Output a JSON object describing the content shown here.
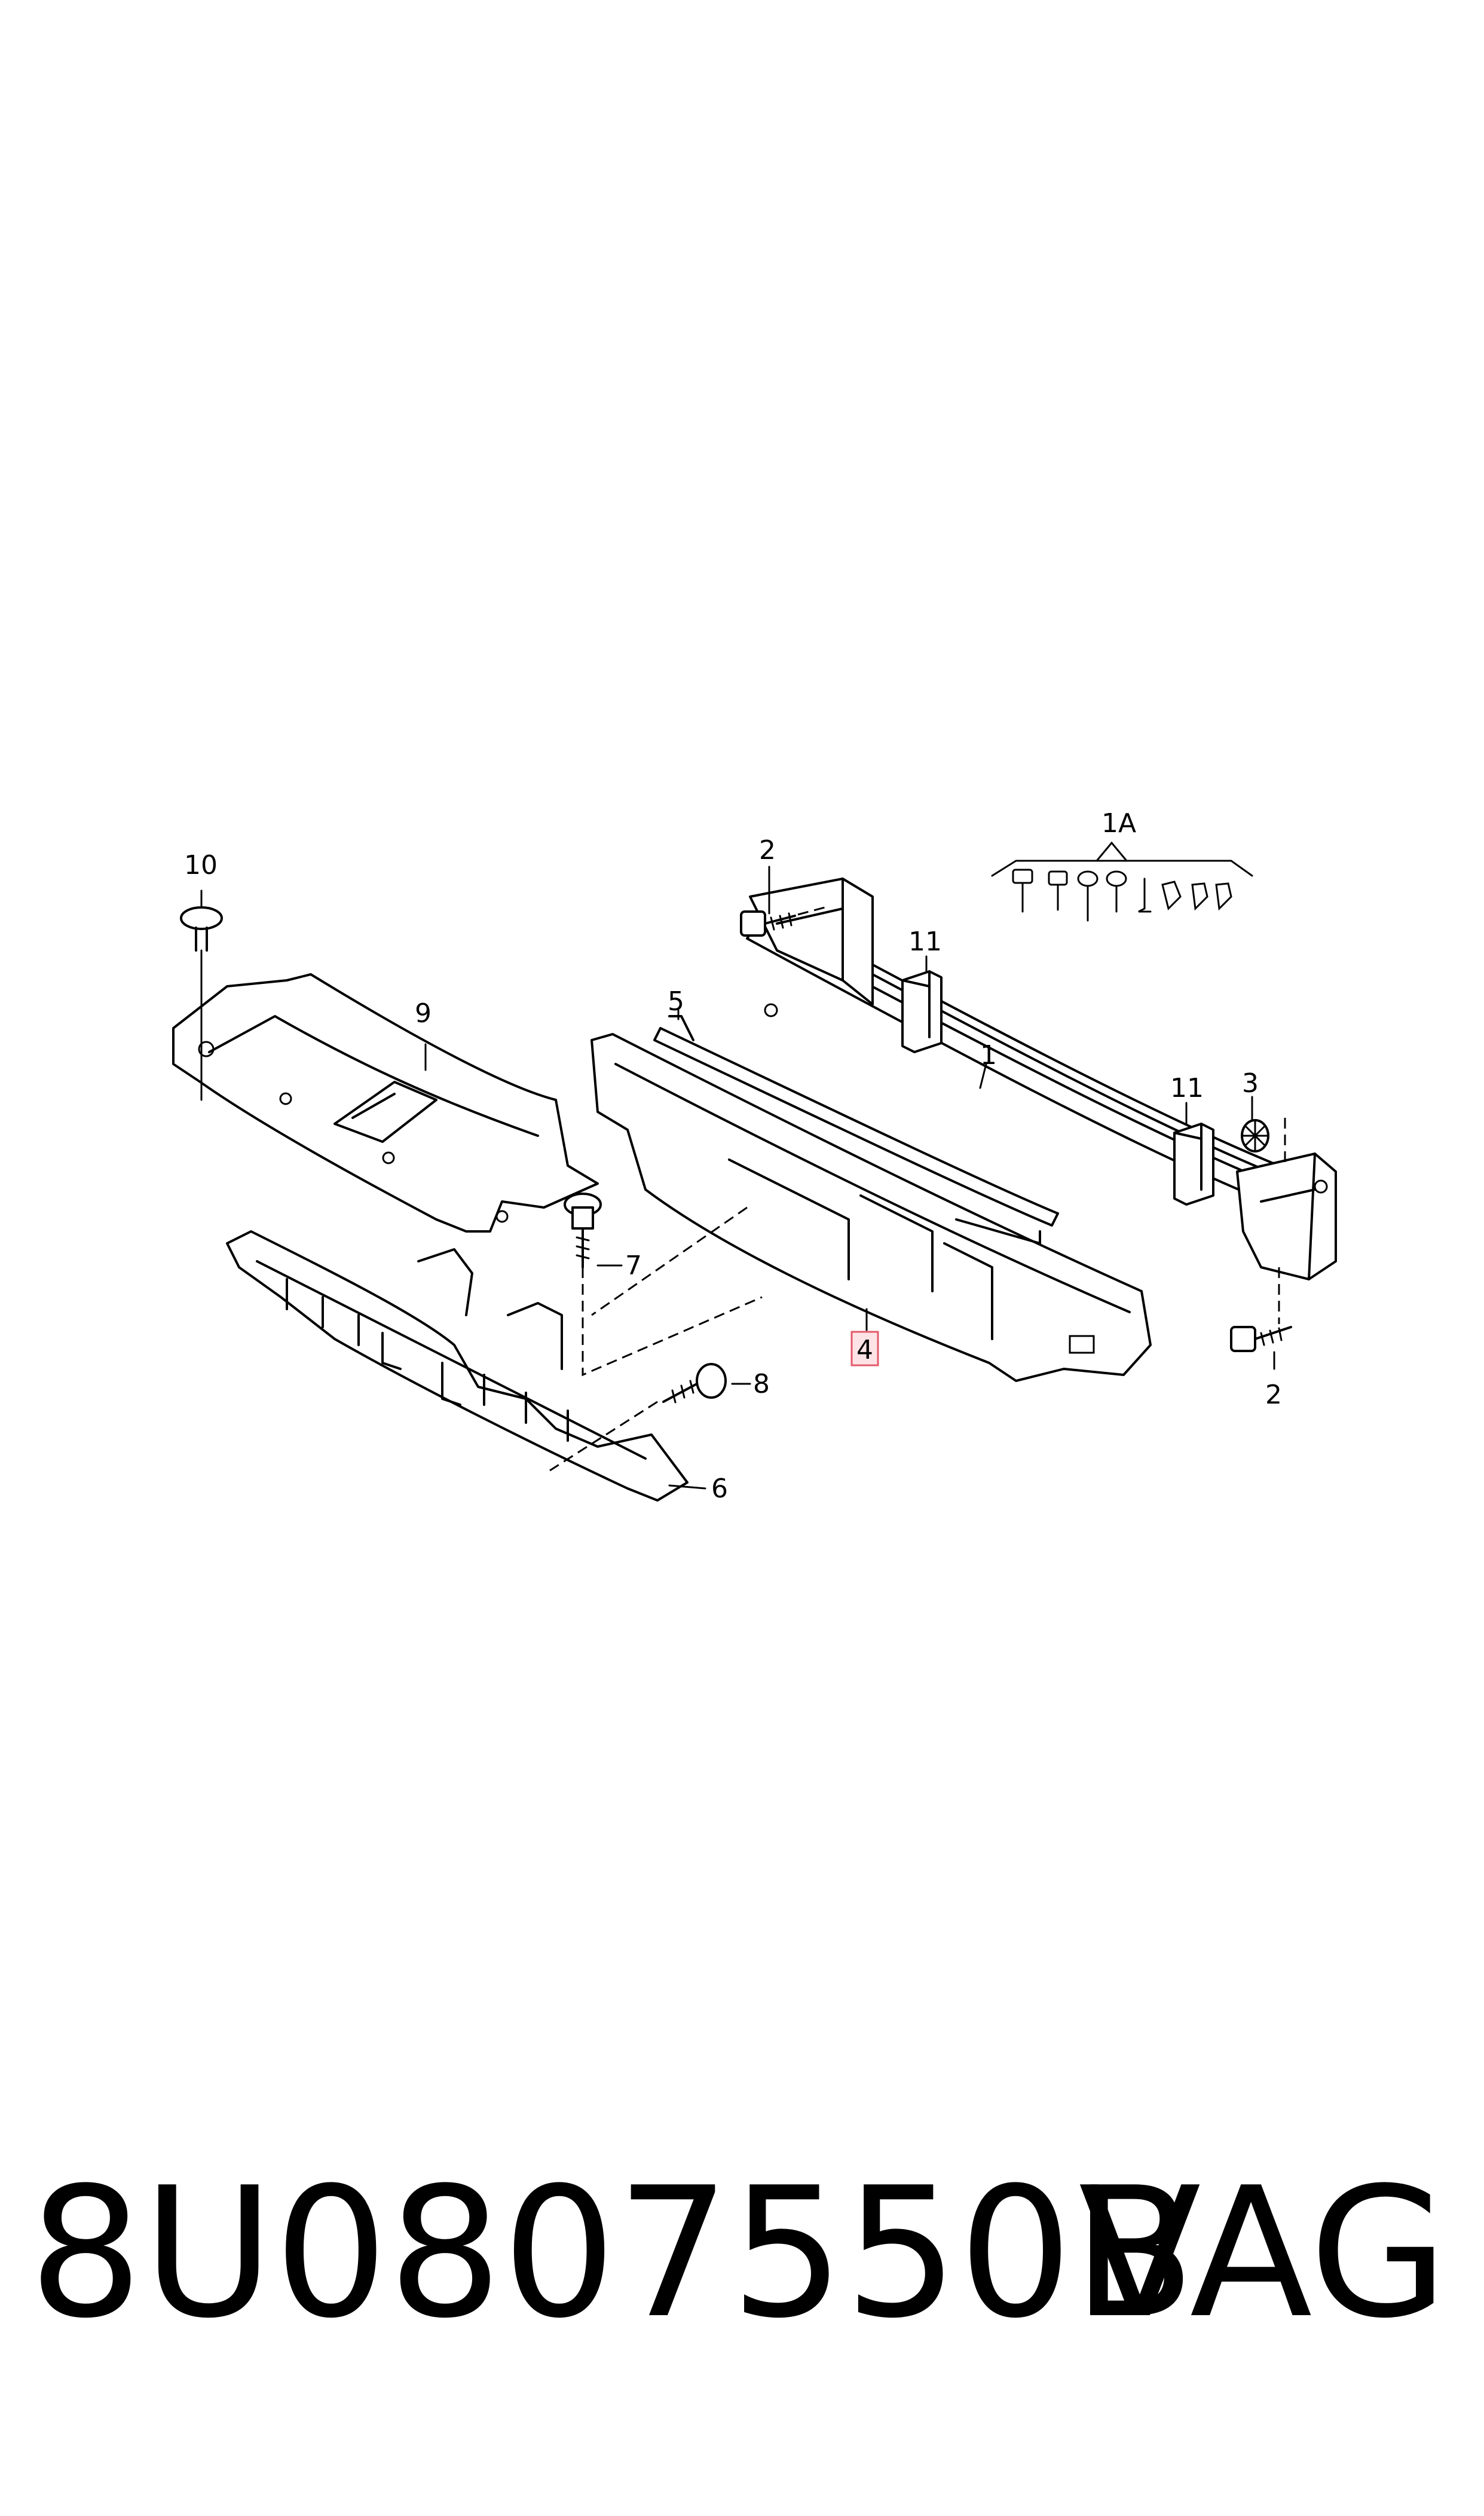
{
  "diagram": {
    "callouts": {
      "c1": "1",
      "c1A": "1A",
      "c2a": "2",
      "c2b": "2",
      "c3": "3",
      "c4": "4",
      "c5": "5",
      "c6": "6",
      "c7": "7",
      "c8": "8",
      "c9": "9",
      "c10": "10",
      "c11a": "11",
      "c11b": "11"
    }
  },
  "footer": {
    "part_number": "8U0807550B",
    "brand": "VAG"
  }
}
